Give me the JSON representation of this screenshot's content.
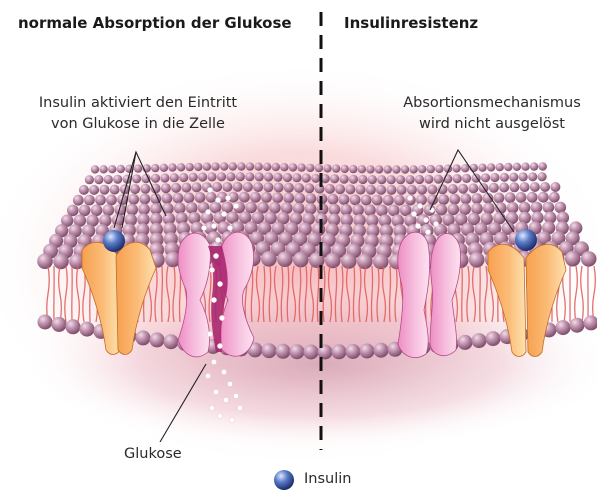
{
  "headings": {
    "left": "normale Absorption der Glukose",
    "right": "Insulinresistenz"
  },
  "labels": {
    "left_line1": "Insulin aktiviert den Eintritt",
    "left_line2": "von Glukose in die Zelle",
    "right_line1": "Absortionsmechanismus",
    "right_line2": "wird nicht ausgelöst",
    "glucose": "Glukose",
    "legend_insulin": "Insulin"
  },
  "colors": {
    "lipid_head": "#b98aa6",
    "lipid_tail": "#e0605f",
    "receptor": "#f7a85c",
    "channel": "#f2a3d3",
    "channel_core": "#a3226e",
    "insulin": "#3a5aa6",
    "glow": "#f4c5c8",
    "divider": "#111111"
  }
}
